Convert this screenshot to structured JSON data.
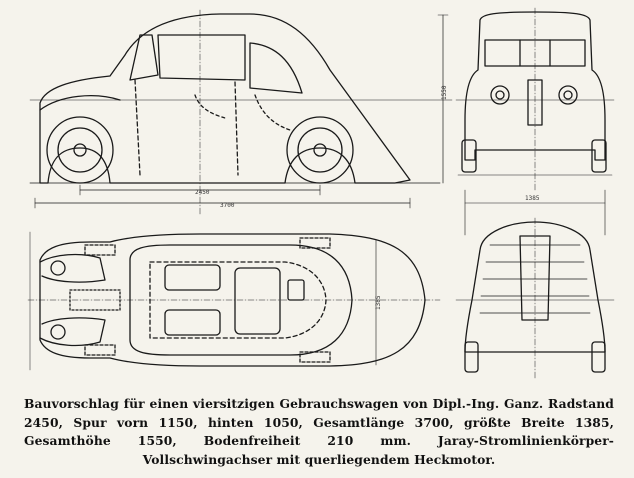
{
  "caption": "Bauvorschlag für einen viersitzigen Gebrauchswagen von Dipl.-Ing. Ganz. Radstand 2450, Spur vorn 1150, hinten 1050, Gesamtlänge 3700, größte Breite 1385, Gesamthöhe 1550, Bodenfreiheit 210 mm. Jaray-Stromlinienkörper-Vollschwingachser mit querliegendem Heckmotor.",
  "dimensions": {
    "wheelbase": "2450",
    "overall_length": "3700",
    "height": "1550",
    "width": "1385",
    "plan_width": "1385"
  }
}
